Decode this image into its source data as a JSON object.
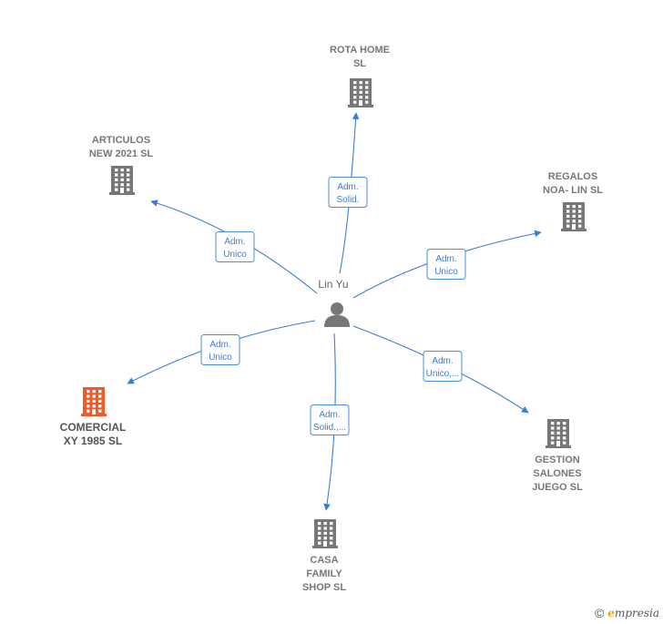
{
  "center": {
    "label": "Lin Yu",
    "icon": "person-icon"
  },
  "colors": {
    "edge": "#3b7dd8",
    "building": "#777777",
    "highlight": "#f05a28"
  },
  "nodes": [
    {
      "id": "rota",
      "lines": [
        "ROTA HOME",
        "SL"
      ],
      "role": [
        "Adm.",
        "Solid."
      ],
      "highlight": false,
      "icon": "building-icon"
    },
    {
      "id": "articulos",
      "lines": [
        "ARTICULOS",
        "NEW 2021  SL"
      ],
      "role": [
        "Adm.",
        "Unico"
      ],
      "highlight": false,
      "icon": "building-icon"
    },
    {
      "id": "regalos",
      "lines": [
        "REGALOS",
        "NOA- LIN  SL"
      ],
      "role": [
        "Adm.",
        "Unico"
      ],
      "highlight": false,
      "icon": "building-icon"
    },
    {
      "id": "comercial",
      "lines": [
        "COMERCIAL",
        "XY 1985  SL"
      ],
      "role": [
        "Adm.",
        "Unico"
      ],
      "highlight": true,
      "icon": "building-icon"
    },
    {
      "id": "gestion",
      "lines": [
        "GESTION",
        "SALONES",
        "JUEGO  SL"
      ],
      "role": [
        "Adm.",
        "Unico,..."
      ],
      "highlight": false,
      "icon": "building-icon"
    },
    {
      "id": "casa",
      "lines": [
        "CASA",
        "FAMILY",
        "SHOP  SL"
      ],
      "role": [
        "Adm.",
        "Solid.,..."
      ],
      "highlight": false,
      "icon": "building-icon"
    }
  ],
  "watermark": {
    "copyright": "©",
    "brand_initial": "e",
    "brand_rest": "mpresia"
  }
}
